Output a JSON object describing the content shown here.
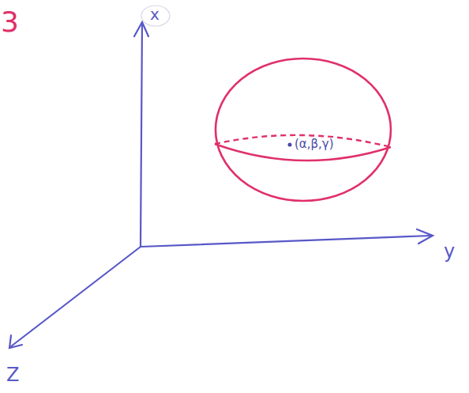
{
  "diagram": {
    "nodes": [
      {
        "text": [
          "(α,β,γ)"
        ]
      }
    ],
    "labels": [
      "3",
      "x",
      "y",
      "Z"
    ]
  }
}
